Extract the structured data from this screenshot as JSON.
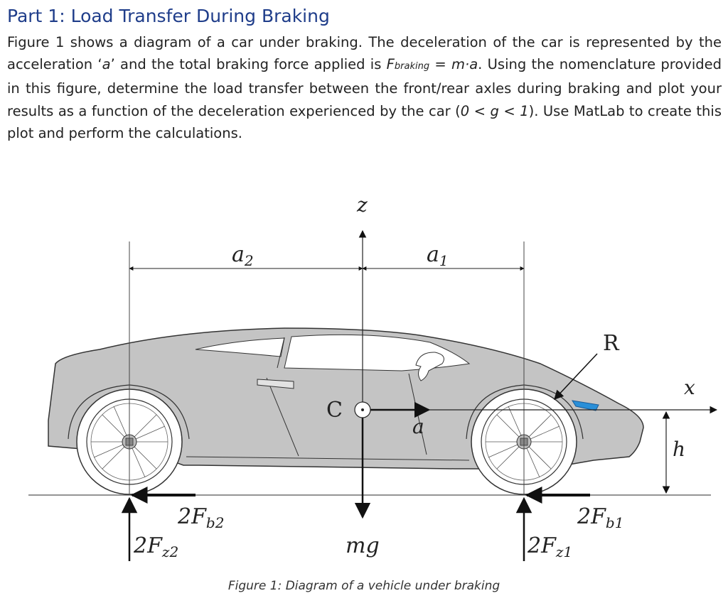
{
  "heading": "Part 1: Load Transfer During Braking",
  "paragraph": {
    "p1": "Figure 1 shows a diagram of a car under braking. The deceleration of the car is represented by the acceleration ‘",
    "a_sym": "a",
    "p2": "’ and the total braking force applied is ",
    "f_sym": "F",
    "f_sub": "braking",
    "p3": " = ",
    "ma": "m·a",
    "p4": ". Using the nomenclature provided in this figure, determine the load transfer between the front/rear axles during braking and plot your results as a function of the deceleration experienced by the car (",
    "range": "0 < g < 1",
    "p5": "). Use MatLab to create this plot and perform the calculations."
  },
  "figure": {
    "labels": {
      "z": "z",
      "x": "x",
      "a2": "a",
      "a2_sub": "2",
      "a1": "a",
      "a1_sub": "1",
      "R": "R",
      "C": "C",
      "accel": "a",
      "h": "h",
      "mg": "mg",
      "Fb2": "2F",
      "Fb2_sub": "b2",
      "Fb1": "2F",
      "Fb1_sub": "b1",
      "Fz2": "2F",
      "Fz2_sub": "z2",
      "Fz1": "2F",
      "Fz1_sub": "z1"
    },
    "colors": {
      "body": "#c4c4c4",
      "light": "#2a8fd8",
      "heading": "#1f3d8a"
    }
  },
  "caption": "Figure 1: Diagram of a vehicle under braking"
}
